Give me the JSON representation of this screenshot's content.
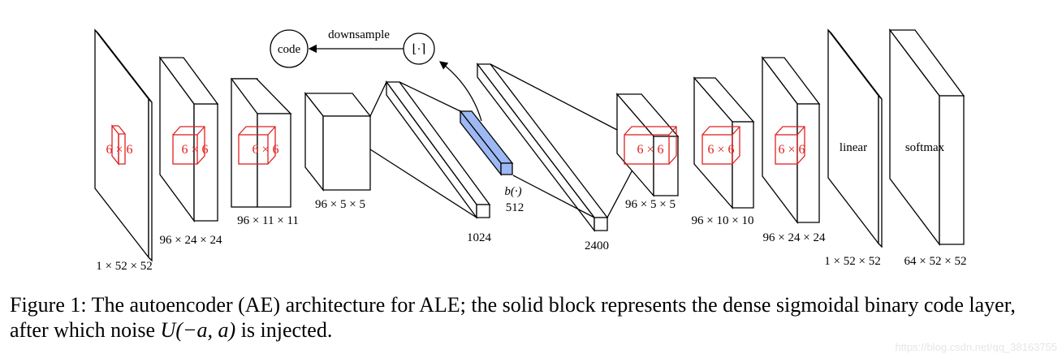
{
  "diagram": {
    "code_node": "code",
    "downsample_label": "downsample",
    "floor_node": "⌊·⌉",
    "layer_dims": {
      "input": "1 × 52 × 52",
      "conv1": "96 × 24 × 24",
      "conv2": "96 × 11 × 11",
      "conv3": "96 × 5 × 5",
      "fc1": "1024",
      "code": "512",
      "code_fn": "b(·)",
      "fc2": "2400",
      "deconv1": "96 × 5 × 5",
      "deconv2": "96 × 10 × 10",
      "deconv3": "96 × 24 × 24",
      "linear_out": "1 × 52 × 52",
      "softmax_out": "64 × 52 × 52"
    },
    "kernel_label": "6 × 6",
    "linear_label": "linear",
    "softmax_label": "softmax",
    "colors": {
      "kernel": "#e02020",
      "code_block": "#9db8f2",
      "stroke": "#000000"
    }
  },
  "caption": {
    "prefix": "Figure 1: The autoencoder (AE) architecture for ALE; the solid block represents the dense sigmoidal binary code layer, after which noise ",
    "math": "U(−a, a)",
    "suffix": " is injected."
  },
  "watermark": "https://blog.csdn.net/qq_38163755"
}
